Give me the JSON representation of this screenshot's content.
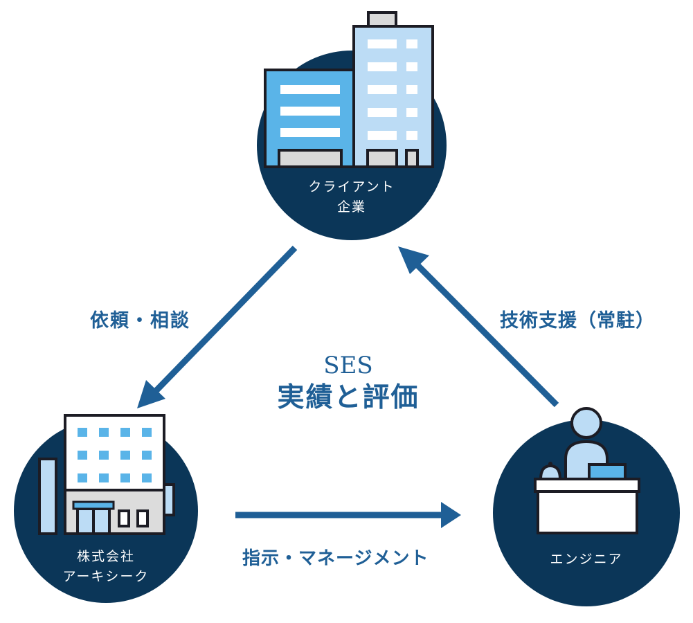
{
  "nodes": {
    "client": {
      "line1": "クライアント",
      "line2": "企業"
    },
    "company": {
      "line1": "株式会社",
      "line2": "アーキシーク"
    },
    "engineer": {
      "line1": "エンジニア"
    }
  },
  "edges": {
    "request": "依頼・相談",
    "support": "技術支援（常駐）",
    "management": "指示・マネージメント"
  },
  "center": {
    "line1": "SES",
    "line2": "実績と評価"
  },
  "colors": {
    "navy": "#0b3658",
    "arrow": "#1f5f96",
    "building_blue": "#5ab4e8",
    "building_light": "#bcdcf5",
    "outline": "#1c1c24",
    "gray": "#d9d9d9"
  }
}
